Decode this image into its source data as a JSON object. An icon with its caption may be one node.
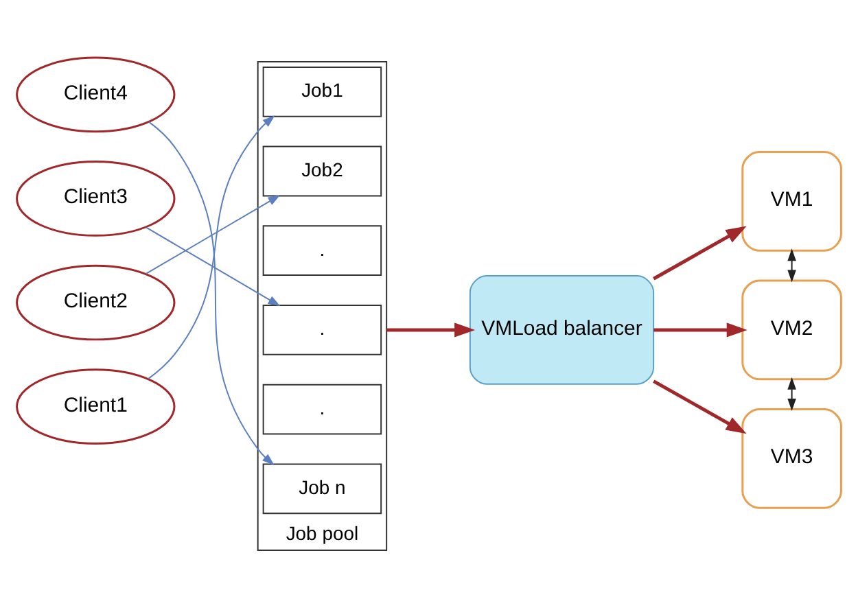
{
  "diagram": {
    "nodes": [
      {
        "text": [
          "Client1"
        ]
      },
      {
        "text": [
          "Client2"
        ]
      },
      {
        "text": [
          "Client3"
        ]
      },
      {
        "text": [
          "Client4"
        ]
      },
      {
        "text": [
          "Job pool"
        ]
      },
      {
        "text": [
          "Job1"
        ],
        "in": 4
      },
      {
        "text": [
          "Job2"
        ],
        "in": 4
      },
      {
        "text": [
          "."
        ],
        "in": 4
      },
      {
        "text": [
          "."
        ],
        "in": 4
      },
      {
        "text": [
          "."
        ],
        "in": 4
      },
      {
        "text": [
          "Job n"
        ],
        "in": 4
      },
      {
        "text": [
          "VMLoad balancer"
        ]
      },
      {
        "text": [
          "VM1"
        ]
      },
      {
        "text": [
          "VM2"
        ]
      },
      {
        "text": [
          "VM3"
        ]
      }
    ],
    "edges": [
      {
        "from": 0,
        "to": 5,
        "arrow": "to"
      },
      {
        "from": 1,
        "to": 6,
        "arrow": "to"
      },
      {
        "from": 2,
        "to": 8,
        "arrow": "to"
      },
      {
        "from": 3,
        "to": 10,
        "arrow": "to"
      },
      {
        "from": 4,
        "to": 11,
        "arrow": "to",
        "style": "thick",
        "color": "#a0282a"
      },
      {
        "from": 11,
        "to": 12,
        "arrow": "to",
        "style": "thick",
        "color": "#a0282a"
      },
      {
        "from": 11,
        "to": 13,
        "arrow": "to",
        "style": "thick",
        "color": "#a0282a"
      },
      {
        "from": 11,
        "to": 14,
        "arrow": "to",
        "style": "thick",
        "color": "#a0282a"
      },
      {
        "from": 12,
        "to": 13,
        "arrow": "both",
        "color": "#222222"
      },
      {
        "from": 13,
        "to": 14,
        "arrow": "both",
        "color": "#222222"
      }
    ]
  }
}
